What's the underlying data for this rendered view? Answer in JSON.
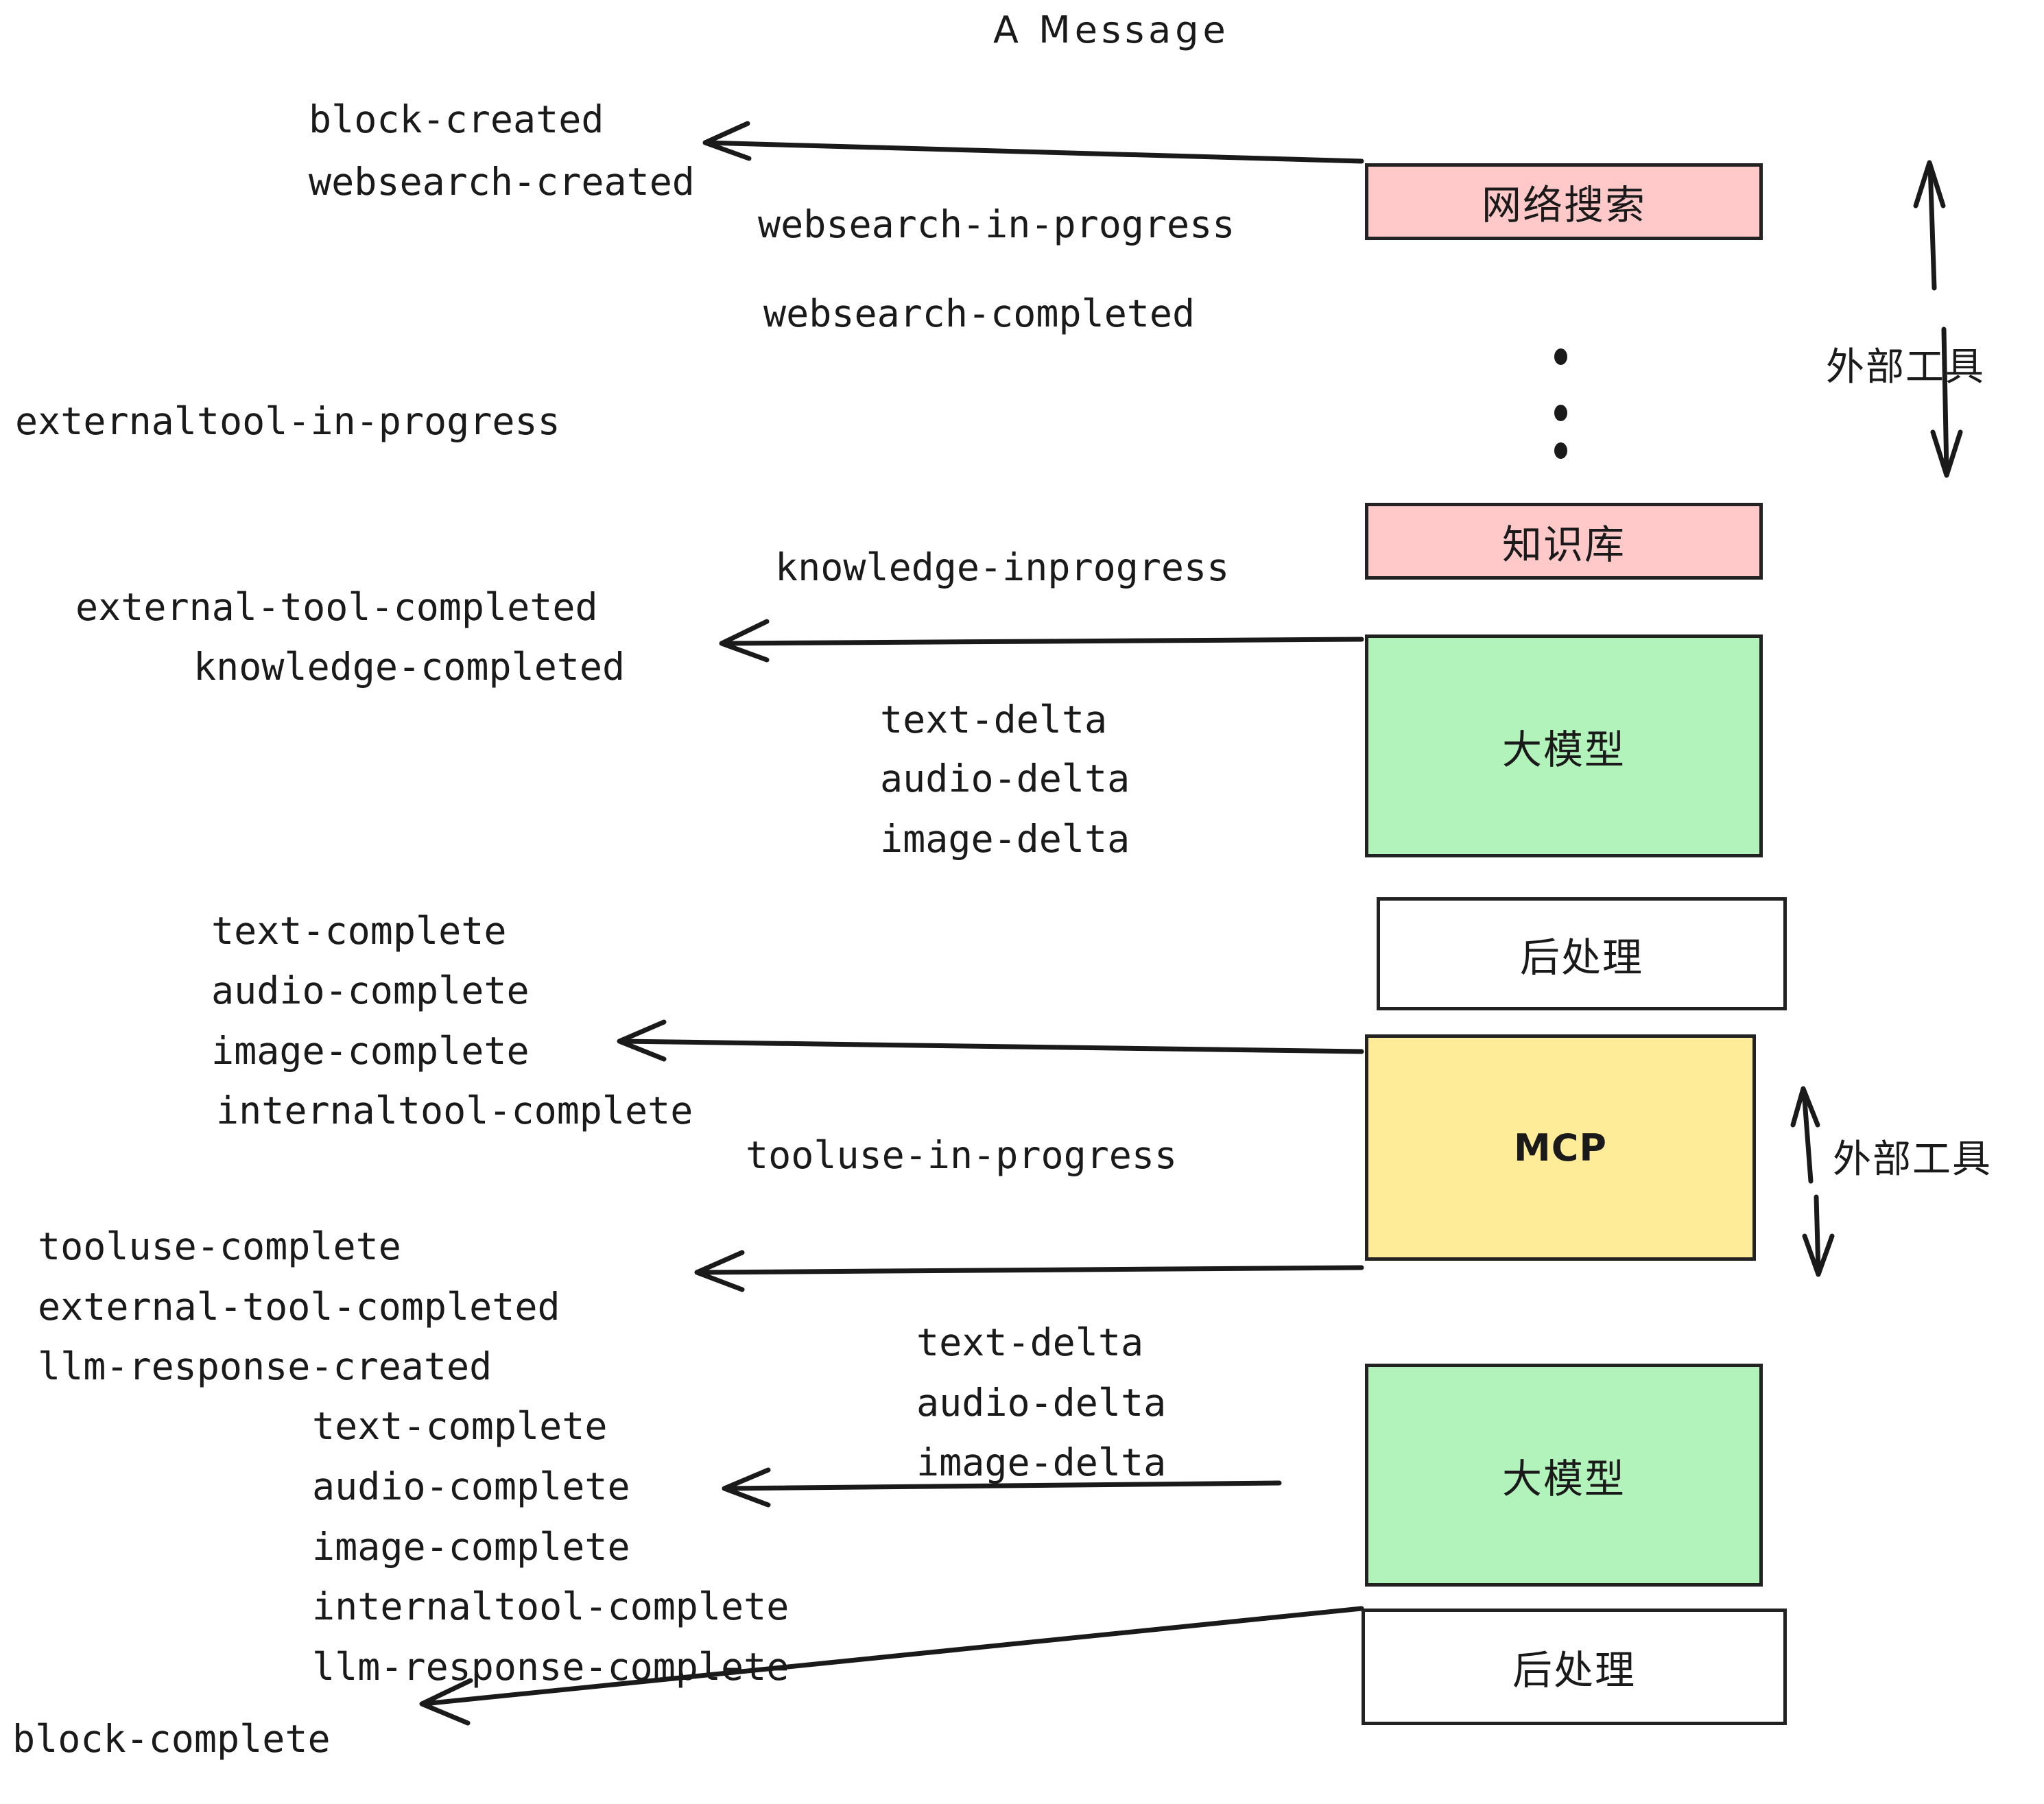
{
  "title": "A Message",
  "colors": {
    "pink": "#FFC9C9",
    "green": "#B2F2BB",
    "yellow": "#FFEC99",
    "white": "#FFFFFF",
    "stroke": "#222222",
    "text": "#1A1A1A"
  },
  "boxes": [
    {
      "id": "websearch",
      "label": "网络搜索",
      "fill": "#FFC9C9"
    },
    {
      "id": "knowledge",
      "label": "知识库",
      "fill": "#FFC9C9"
    },
    {
      "id": "llm-1",
      "label": "大模型",
      "fill": "#B2F2BB"
    },
    {
      "id": "postprocess-1",
      "label": "后处理",
      "fill": "#FFFFFF"
    },
    {
      "id": "mcp",
      "label": "MCP",
      "fill": "#FFEC99"
    },
    {
      "id": "llm-2",
      "label": "大模型",
      "fill": "#B2F2BB"
    },
    {
      "id": "postprocess-2",
      "label": "后处理",
      "fill": "#FFFFFF"
    }
  ],
  "side_annotations": [
    {
      "id": "external-tools-top",
      "label": "外部工具"
    },
    {
      "id": "external-tools-bottom",
      "label": "外部工具"
    }
  ],
  "events": {
    "block_created": "block-created",
    "websearch_created": "websearch-created",
    "websearch_in_progress": "websearch-in-progress",
    "websearch_completed": "websearch-completed",
    "externaltool_in_progress": "externaltool-in-progress",
    "knowledge_inprogress": "knowledge-inprogress",
    "external_tool_completed_1": "external-tool-completed",
    "knowledge_completed": "knowledge-completed",
    "text_delta_1": "text-delta",
    "audio_delta_1": "audio-delta",
    "image_delta_1": "image-delta",
    "text_complete_1": "text-complete",
    "audio_complete_1": "audio-complete",
    "image_complete_1": "image-complete",
    "internaltool_complete_1": "internaltool-complete",
    "tooluse_in_progress": "tooluse-in-progress",
    "tooluse_complete": "tooluse-complete",
    "external_tool_completed_2": "external-tool-completed",
    "llm_response_created": "llm-response-created",
    "text_delta_2": "text-delta",
    "audio_delta_2": "audio-delta",
    "image_delta_2": "image-delta",
    "text_complete_2": "text-complete",
    "audio_complete_2": "audio-complete",
    "image_complete_2": "image-complete",
    "internaltool_complete_2": "internaltool-complete",
    "llm_response_complete": "llm-response-complete",
    "block_complete": "block-complete"
  }
}
